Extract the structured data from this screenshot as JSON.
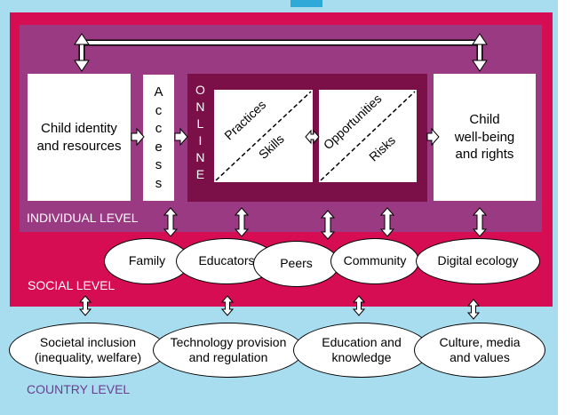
{
  "boxes": {
    "child_identity": [
      "Child identity",
      "and resources"
    ],
    "access_letters": [
      "A",
      "c",
      "c",
      "e",
      "s",
      "s"
    ],
    "online_letters": [
      "O",
      "N",
      "L",
      "I",
      "N",
      "E"
    ],
    "practices": "Practices",
    "skills": "Skills",
    "opportunities": "Opportunities",
    "risks": "Risks",
    "child_wellbeing": [
      "Child",
      "well-being",
      "and rights"
    ]
  },
  "levels": {
    "individual": "INDIVIDUAL LEVEL",
    "social": "SOCIAL LEVEL",
    "country": "COUNTRY LEVEL"
  },
  "social_factors": [
    "Family",
    "Educators",
    "Peers",
    "Community",
    "Digital ecology"
  ],
  "country_factors": [
    [
      "Societal inclusion",
      "(inequality, welfare)"
    ],
    [
      "Technology provision",
      "and regulation"
    ],
    [
      "Education and",
      "knowledge"
    ],
    [
      "Culture, media",
      "and values"
    ]
  ],
  "colors": {
    "country_level": "#a8dcef",
    "social_level": "#d60d52",
    "individual_level": "#9a3a82",
    "online_area": "#7a1047",
    "country_label": "#6b3f8f"
  }
}
